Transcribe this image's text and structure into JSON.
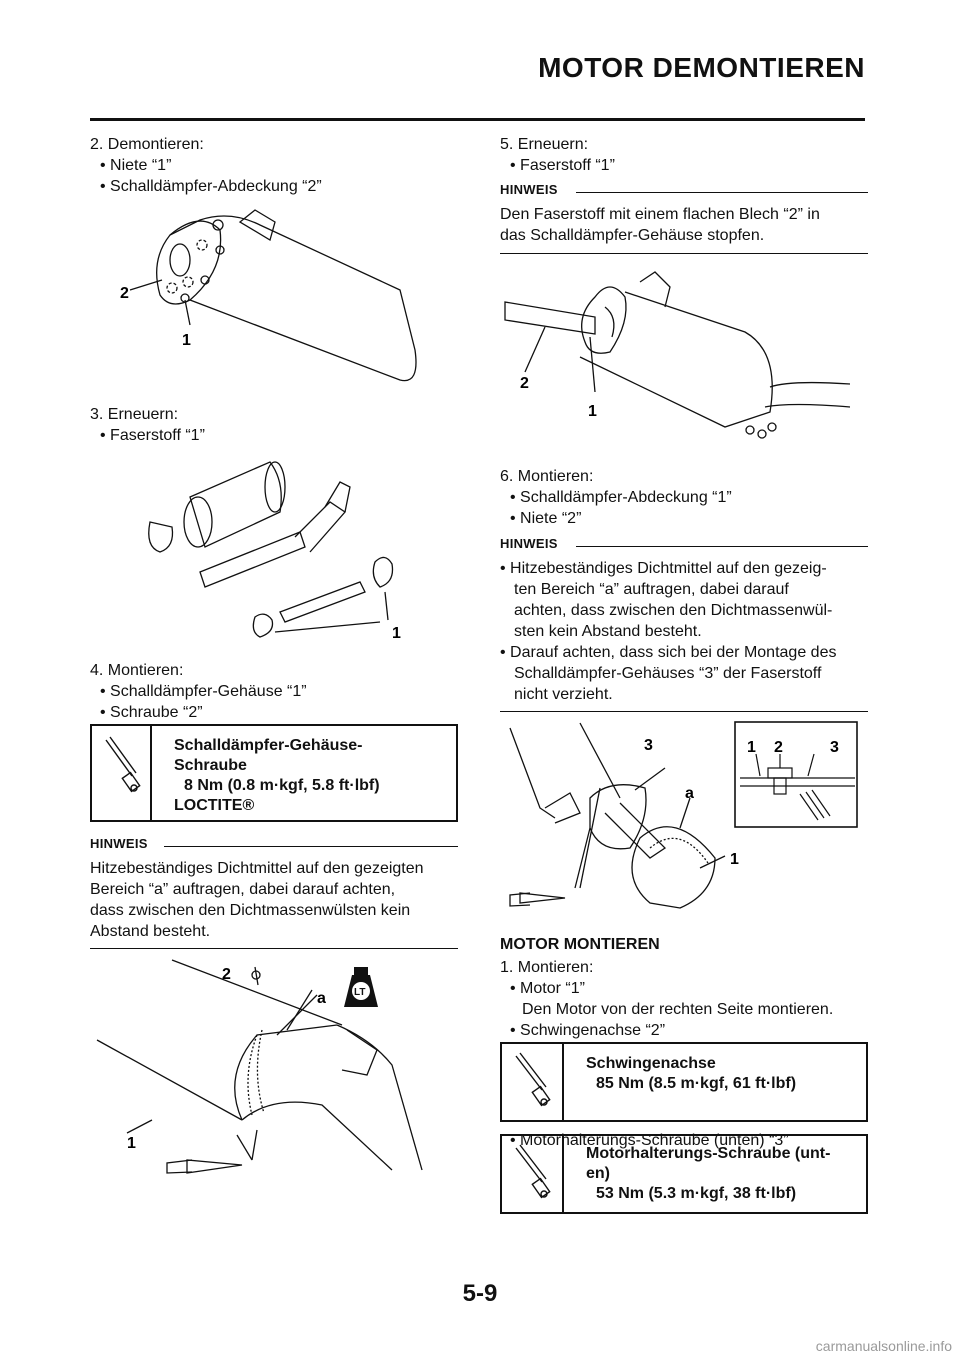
{
  "header": {
    "title": "MOTOR DEMONTIEREN"
  },
  "left": {
    "step2": {
      "title": "2. Demontieren:",
      "items": [
        "• Niete “1”",
        "• Schalldämpfer-Abdeckung “2”"
      ]
    },
    "fig1": {
      "labels": [
        "2",
        "1"
      ]
    },
    "step3": {
      "title": "3. Erneuern:",
      "items": [
        "• Faserstoff “1”"
      ]
    },
    "fig2": {
      "labels": [
        "1"
      ]
    },
    "step4": {
      "title": "4. Montieren:",
      "items": [
        "• Schalldämpfer-Gehäuse “1”",
        "• Schraube “2”"
      ]
    },
    "torque": {
      "lines": [
        "Schalldämpfer-Gehäuse-",
        "Schraube",
        "8 Nm (0.8 m·kgf, 5.8 ft·lbf)",
        "LOCTITE®"
      ]
    },
    "hinweis": {
      "label": "HINWEIS",
      "lines": [
        "Hitzebeständiges Dichtmittel auf den gezeigten",
        "Bereich “a” auftragen, dabei darauf achten,",
        "dass zwischen den Dichtmassenwülsten kein",
        "Abstand besteht."
      ]
    },
    "fig3": {
      "labels": [
        "2",
        "a",
        "1",
        "LT"
      ]
    }
  },
  "right": {
    "step5": {
      "title": "5. Erneuern:",
      "items": [
        "• Faserstoff “1”"
      ]
    },
    "hinweis1": {
      "label": "HINWEIS",
      "lines": [
        "Den Faserstoff mit einem flachen Blech “2” in",
        "das Schalldämpfer-Gehäuse stopfen."
      ]
    },
    "fig4": {
      "labels": [
        "2",
        "1"
      ]
    },
    "step6": {
      "title": "6. Montieren:",
      "items": [
        "• Schalldämpfer-Abdeckung “1”",
        "• Niete “2”"
      ]
    },
    "hinweis2": {
      "label": "HINWEIS",
      "lines": [
        "• Hitzebeständiges Dichtmittel auf den gezeig-",
        "ten Bereich “a” auftragen, dabei darauf",
        "achten, dass zwischen den Dichtmassenwül-",
        "sten kein Abstand besteht.",
        "• Darauf achten, dass sich bei der Montage des",
        "Schalldämpfer-Gehäuses “3” der Faserstoff",
        "nicht verzieht."
      ]
    },
    "fig5": {
      "labels": [
        "3",
        "a",
        "1",
        "1",
        "2",
        "3"
      ]
    },
    "section": {
      "title": "MOTOR MONTIEREN"
    },
    "step1": {
      "title": "1. Montieren:",
      "items": [
        "• Motor “1”",
        "Den Motor von der rechten Seite montieren.",
        "• Schwingenachse “2”"
      ]
    },
    "torque1": {
      "lines": [
        "Schwingenachse",
        "85 Nm (8.5 m·kgf, 61 ft·lbf)"
      ]
    },
    "item_after": "• Motorhalterungs-Schraube (unten) “3”",
    "torque2": {
      "lines": [
        "Motorhalterungs-Schraube (unt-",
        "en)",
        "53 Nm (5.3 m·kgf, 38 ft·lbf)"
      ]
    }
  },
  "footer": {
    "page": "5-9",
    "watermark": "carmanualsonline.info"
  }
}
